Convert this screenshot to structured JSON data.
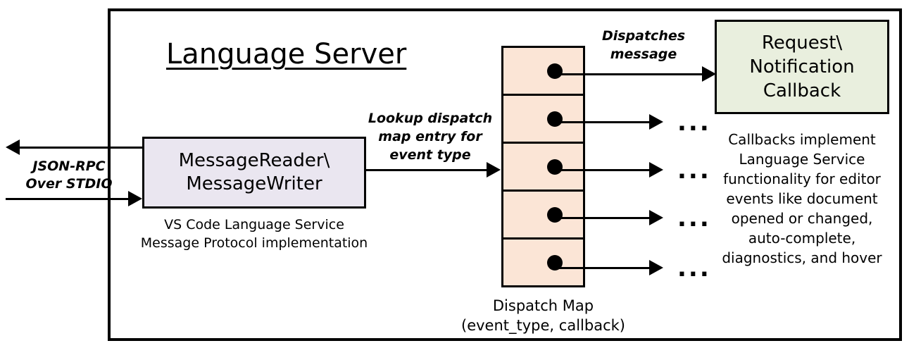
{
  "diagram": {
    "title": "Language Server",
    "external_io": {
      "label_lines": [
        "JSON-RPC",
        "Over STDIO"
      ]
    },
    "message_box": {
      "title_lines": [
        "MessageReader\\",
        "MessageWriter"
      ],
      "caption_lines": [
        "VS Code Language Service",
        "Message Protocol implementation"
      ],
      "fill_color": "#EAE6F0"
    },
    "lookup_edge": {
      "label_lines": [
        "Lookup dispatch",
        "map entry for",
        "event type"
      ]
    },
    "dispatch_map": {
      "caption_lines": [
        "Dispatch Map",
        "(event_type, callback)"
      ],
      "fill_color": "#FBE5D6",
      "rows": [
        {
          "id": "row-1",
          "trailing": ""
        },
        {
          "id": "row-2",
          "trailing": "..."
        },
        {
          "id": "row-3",
          "trailing": "..."
        },
        {
          "id": "row-4",
          "trailing": "..."
        },
        {
          "id": "row-5",
          "trailing": "..."
        }
      ]
    },
    "dispatch_edge": {
      "label_lines": [
        "Dispatches",
        "message"
      ]
    },
    "callback_box": {
      "title_lines": [
        "Request\\",
        "Notification",
        "Callback"
      ],
      "fill_color": "#E9EFDE",
      "caption_lines": [
        "Callbacks implement",
        "Language Service",
        "functionality for editor",
        "events like document",
        "opened or changed,",
        "auto-complete,",
        "diagnostics, and hover"
      ]
    }
  }
}
